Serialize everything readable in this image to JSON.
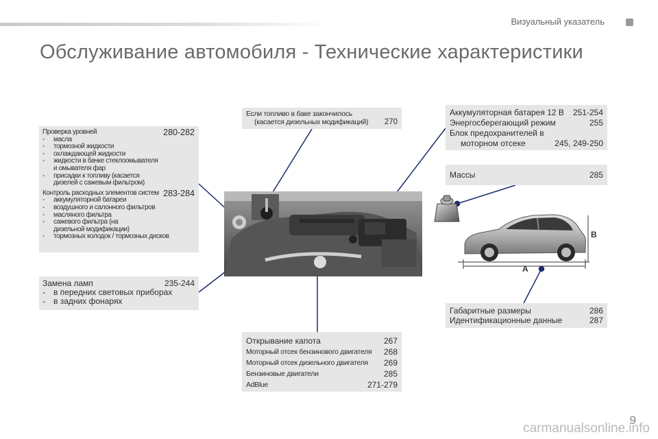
{
  "header": {
    "section": "Визуальный указатель"
  },
  "title": "Обслуживание автомобиля - Технические характеристики",
  "levels_box": {
    "heading": "Проверка уровней",
    "heading_pages": "280-282",
    "items": [
      [
        "масла"
      ],
      [
        "тормозной жидкости"
      ],
      [
        "охлаждающей жидкости"
      ],
      [
        "жидкости в бачке стеклоомывателя",
        "и омывателя фар"
      ],
      [
        "присадки к топливу (касается",
        "дизелей с сажевым фильтром)"
      ]
    ],
    "heading2": "Контроль расходных элементов систем",
    "heading2_pages": "283-284",
    "items2": [
      [
        "аккумуляторной батареи"
      ],
      [
        "воздушного и салонного фильтров"
      ],
      [
        "масляного фильтра"
      ],
      [
        "сажевого фильтра (на",
        "дизельной модификации)"
      ],
      [
        "тормозных колодок / тормозных дисков"
      ]
    ]
  },
  "lamps_box": {
    "heading": "Замена ламп",
    "pages": "235-244",
    "items": [
      "в передних световых приборах",
      "в задних фонарях"
    ]
  },
  "fuel_box": {
    "line1": "Если топливо в баке закончилось",
    "line2": "(касается дизельных модификаций)",
    "pages": "270"
  },
  "hood_box": {
    "rows": [
      {
        "label": "Открывание капота",
        "pages": "267"
      },
      {
        "label": "Моторный отсек бензинового двигателя",
        "pages": "268"
      },
      {
        "label": "Моторный отсек дизельного двигателя",
        "pages": "269"
      },
      {
        "label": "Бензиновые двигатели",
        "pages": "285"
      },
      {
        "label": "AdBlue",
        "pages": "271-279"
      }
    ]
  },
  "battery_box": {
    "row1_label": "Аккумуляторная батарея 12 В",
    "row1_pages": "251-254",
    "row2_label": "Энергосберегающий режим",
    "row2_pages": "255",
    "row3_label": "Блок предохранителей в",
    "row3_label2": "моторном отсеке",
    "row3_pages": "245, 249-250"
  },
  "mass_box": {
    "label": "Массы",
    "pages": "285"
  },
  "dims_box": {
    "row1_label": "Габаритные размеры",
    "row1_pages": "286",
    "row2_label": "Идентификационные данные",
    "row2_pages": "287"
  },
  "car_diagram": {
    "label_a": "A",
    "label_b": "B"
  },
  "footer": {
    "page_number": "9",
    "watermark": "carmanualsonline.info"
  }
}
